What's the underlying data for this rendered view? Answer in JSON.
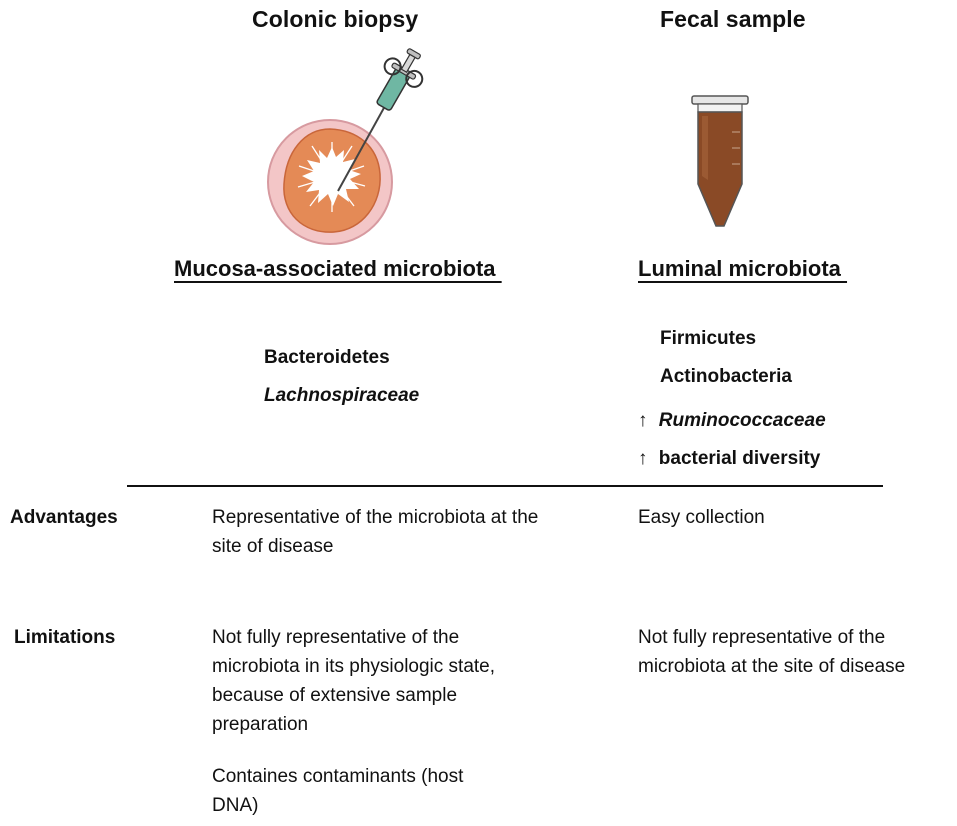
{
  "columns": {
    "biopsy": {
      "title": "Colonic biopsy",
      "microbiota_title": "Mucosa-associated microbiota ",
      "taxa": [
        {
          "arrow": "",
          "text": "Bacteroidetes",
          "italic": false
        },
        {
          "arrow": "",
          "text": "Lachnospiraceae",
          "italic": true
        }
      ],
      "advantages": "Representative of the microbiota at the site of disease",
      "limitations": [
        "Not fully representative of the microbiota in its physiologic state, because of extensive sample preparation",
        "Containes contaminants (host DNA)"
      ]
    },
    "fecal": {
      "title": "Fecal sample",
      "microbiota_title": "Luminal microbiota ",
      "taxa": [
        {
          "arrow": "",
          "text": "Firmicutes",
          "italic": false
        },
        {
          "arrow": "",
          "text": "Actinobacteria",
          "italic": false
        },
        {
          "arrow": "↑",
          "text": "Ruminococcaceae",
          "italic": true
        },
        {
          "arrow": "↑",
          "text": "bacterial diversity",
          "italic": false
        }
      ],
      "advantages": "Easy collection",
      "limitations": [
        "Not fully representative of the microbiota at the site of disease"
      ]
    }
  },
  "rows": {
    "advantages_label": "Advantages",
    "limitations_label": "Limitations"
  },
  "colors": {
    "tissue_outer": "#f3c6c7",
    "tissue_mid": "#e48a56",
    "tissue_lumen": "#ffffff",
    "syringe": "#6fb7a3",
    "tube_content": "#8a4a26"
  },
  "icons": {
    "biopsy": "colonic-biopsy-icon",
    "fecal": "fecal-tube-icon",
    "arrow": "up-arrow-icon"
  }
}
